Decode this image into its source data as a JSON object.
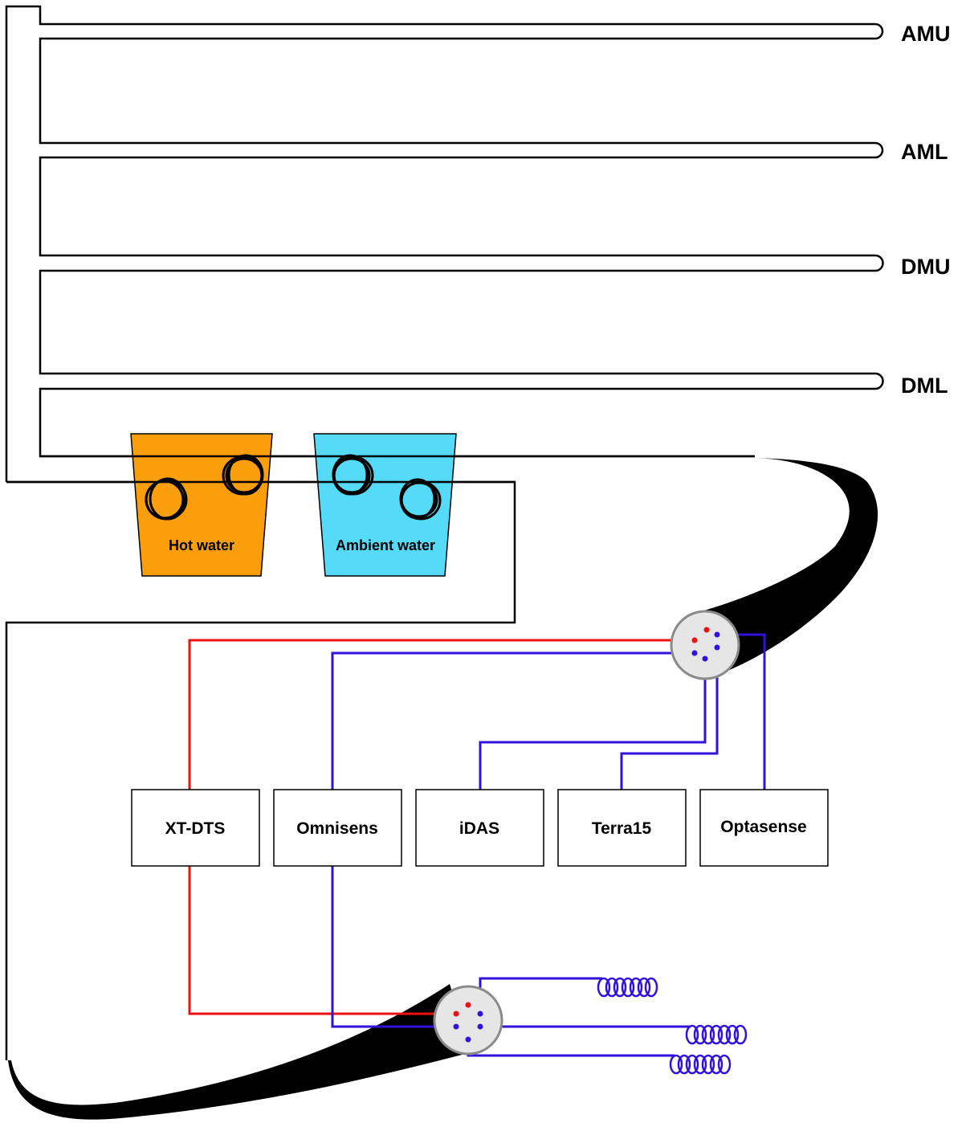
{
  "branches": [
    {
      "label": "AMU"
    },
    {
      "label": "AML"
    },
    {
      "label": "DMU"
    },
    {
      "label": "DML"
    }
  ],
  "buckets": [
    {
      "label": "Hot water",
      "color": "#fa9e0c"
    },
    {
      "label": "Ambient water",
      "color": "#55dafa"
    }
  ],
  "instruments": [
    {
      "label": "XT-DTS"
    },
    {
      "label": "Omnisens"
    },
    {
      "label": "iDAS"
    },
    {
      "label": "Terra15"
    },
    {
      "label": "Optasense"
    }
  ],
  "colors": {
    "dts_fiber": "#ee1111",
    "das_fiber": "#3311dd",
    "cable": "#000000",
    "connector_fill": "#e6e6e6",
    "connector_rim": "#8a8a8a"
  }
}
